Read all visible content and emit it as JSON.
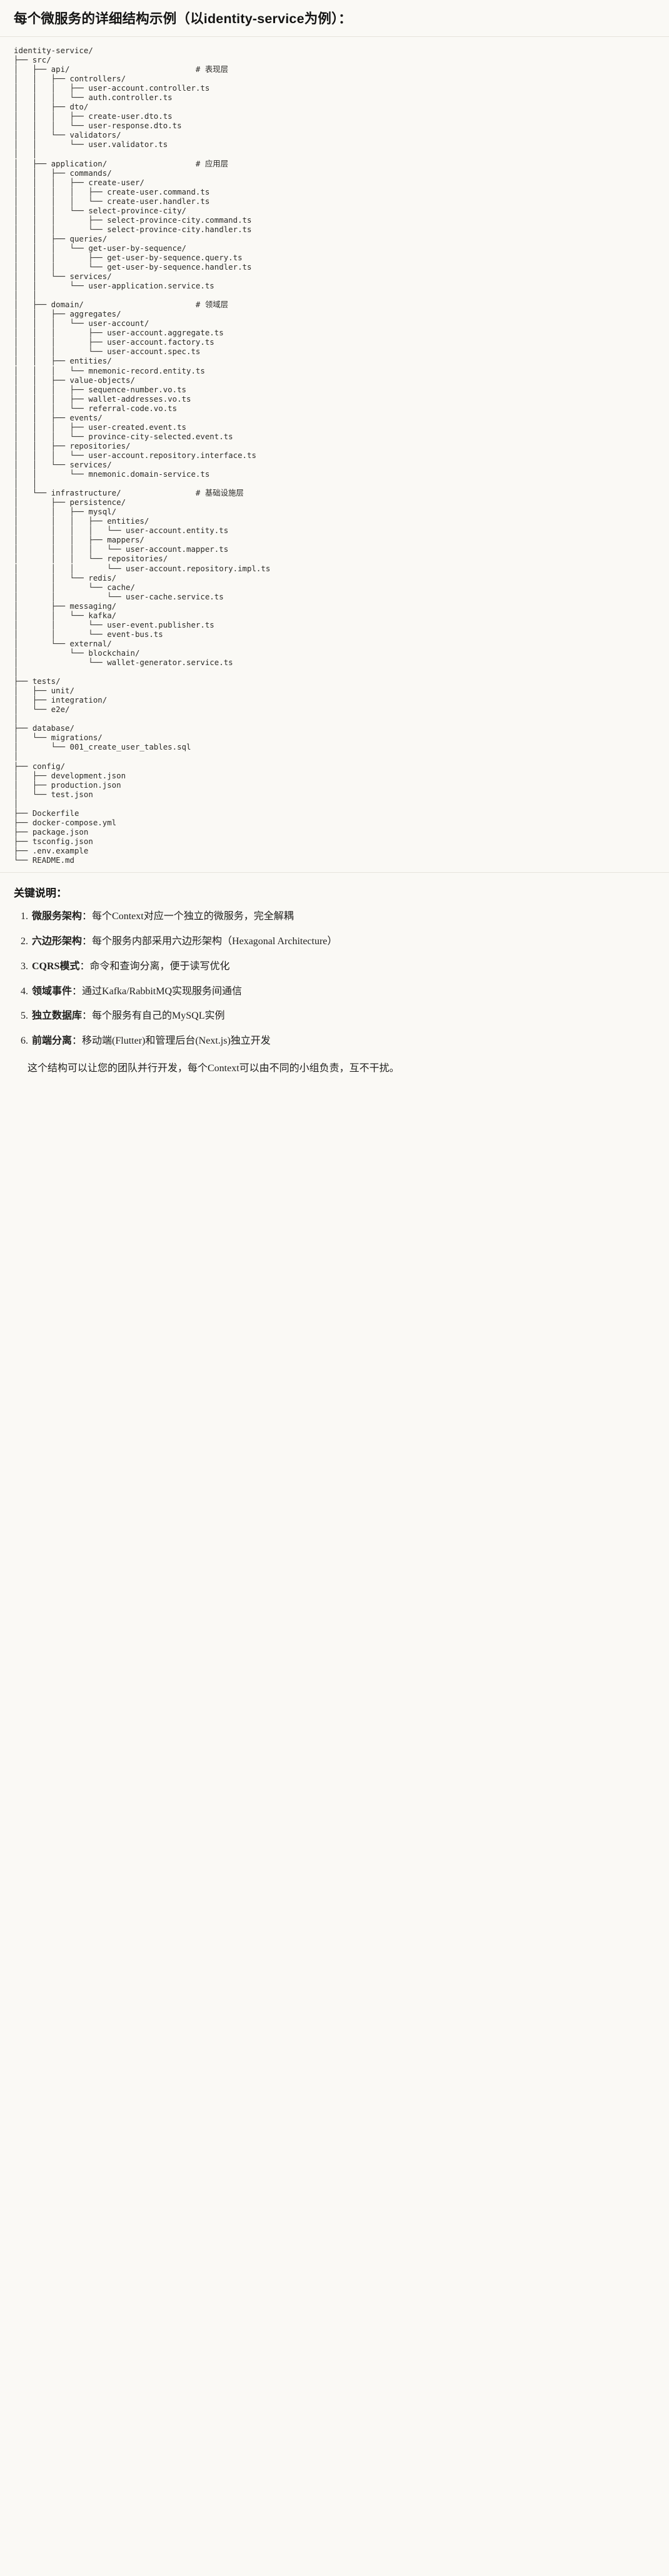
{
  "heading": {
    "text": "每个微服务的详细结构示例（以identity-service为例）："
  },
  "tree": {
    "root": "identity-service/",
    "text": "identity-service/\n├── src/\n│   ├── api/                           # 表现层\n│   │   ├── controllers/\n│   │   │   ├── user-account.controller.ts\n│   │   │   └── auth.controller.ts\n│   │   ├── dto/\n│   │   │   ├── create-user.dto.ts\n│   │   │   └── user-response.dto.ts\n│   │   └── validators/\n│   │       └── user.validator.ts\n│   │\n│   ├── application/                   # 应用层\n│   │   ├── commands/\n│   │   │   ├── create-user/\n│   │   │   │   ├── create-user.command.ts\n│   │   │   │   └── create-user.handler.ts\n│   │   │   └── select-province-city/\n│   │   │       ├── select-province-city.command.ts\n│   │   │       └── select-province-city.handler.ts\n│   │   ├── queries/\n│   │   │   └── get-user-by-sequence/\n│   │   │       ├── get-user-by-sequence.query.ts\n│   │   │       └── get-user-by-sequence.handler.ts\n│   │   └── services/\n│   │       └── user-application.service.ts\n│   │\n│   ├── domain/                        # 领域层\n│   │   ├── aggregates/\n│   │   │   └── user-account/\n│   │   │       ├── user-account.aggregate.ts\n│   │   │       ├── user-account.factory.ts\n│   │   │       └── user-account.spec.ts\n│   │   ├── entities/\n│   │   │   └── mnemonic-record.entity.ts\n│   │   ├── value-objects/\n│   │   │   ├── sequence-number.vo.ts\n│   │   │   ├── wallet-addresses.vo.ts\n│   │   │   └── referral-code.vo.ts\n│   │   ├── events/\n│   │   │   ├── user-created.event.ts\n│   │   │   └── province-city-selected.event.ts\n│   │   ├── repositories/\n│   │   │   └── user-account.repository.interface.ts\n│   │   └── services/\n│   │       └── mnemonic.domain-service.ts\n│   │\n│   └── infrastructure/                # 基础设施层\n│       ├── persistence/\n│       │   ├── mysql/\n│       │   │   ├── entities/\n│       │   │   │   └── user-account.entity.ts\n│       │   │   ├── mappers/\n│       │   │   │   └── user-account.mapper.ts\n│       │   │   └── repositories/\n│       │   │       └── user-account.repository.impl.ts\n│       │   └── redis/\n│       │       └── cache/\n│       │           └── user-cache.service.ts\n│       ├── messaging/\n│       │   └── kafka/\n│       │       └── user-event.publisher.ts\n│       │       └── event-bus.ts\n│       └── external/\n│           └── blockchain/\n│               └── wallet-generator.service.ts\n│\n├── tests/\n│   ├── unit/\n│   ├── integration/\n│   └── e2e/\n│\n├── database/\n│   └── migrations/\n│       └── 001_create_user_tables.sql\n│\n├── config/\n│   ├── development.json\n│   ├── production.json\n│   └── test.json\n│\n├── Dockerfile\n├── docker-compose.yml\n├── package.json\n├── tsconfig.json\n├── .env.example\n└── README.md",
    "layer_comments": [
      "# 表现层",
      "# 应用层",
      "# 领域层",
      "# 基础设施层"
    ]
  },
  "notes": {
    "title": "关键说明：",
    "items": [
      {
        "term": "微服务架构",
        "sep": "：",
        "body": "每个Context对应一个独立的微服务，完全解耦"
      },
      {
        "term": "六边形架构",
        "sep": "：",
        "body": "每个服务内部采用六边形架构（Hexagonal Architecture）"
      },
      {
        "term": "CQRS模式",
        "sep": "：",
        "body": "命令和查询分离，便于读写优化"
      },
      {
        "term": "领域事件",
        "sep": "：",
        "body": "通过Kafka/RabbitMQ实现服务间通信"
      },
      {
        "term": "独立数据库",
        "sep": "：",
        "body": "每个服务有自己的MySQL实例"
      },
      {
        "term": "前端分离",
        "sep": "：",
        "body": "移动端(Flutter)和管理后台(Next.js)独立开发"
      }
    ],
    "closing": "这个结构可以让您的团队并行开发，每个Context可以由不同的小组负责，互不干扰。"
  }
}
